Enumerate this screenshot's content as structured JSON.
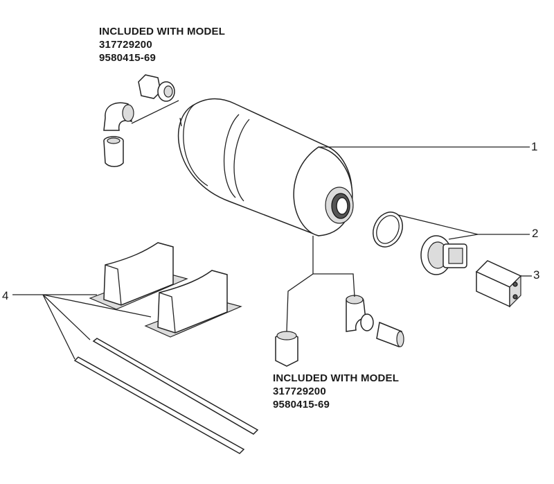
{
  "notes": {
    "top": {
      "line1": "INCLUDED WITH MODEL",
      "line2": "317729200",
      "line3": "9580415-69"
    },
    "bottom": {
      "line1": "INCLUDED WITH MODEL",
      "line2": "317729200",
      "line3": "9580415-69"
    }
  },
  "callouts": {
    "tank": "1",
    "seal_and_fitting": "2",
    "switch_box": "3",
    "stands_and_rods": "4"
  },
  "colors": {
    "line": "#222222",
    "fill": "#ffffff",
    "shade": "#dcdcdc"
  }
}
